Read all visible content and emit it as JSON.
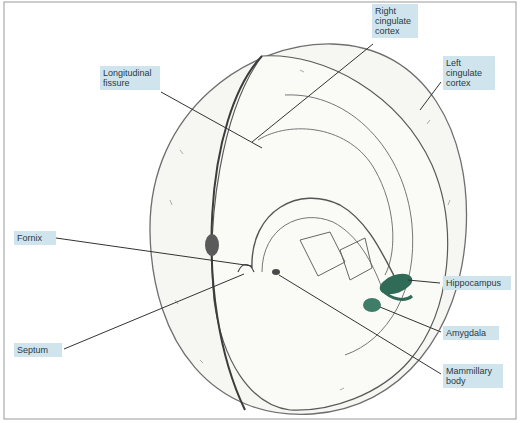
{
  "diagram": {
    "nodes": [
      {
        "text": [
          "Right cingulate cortex"
        ]
      },
      {
        "text": [
          "Left cingulate cortex"
        ]
      },
      {
        "text": [
          "Longitudinal fissure"
        ]
      },
      {
        "text": [
          "Fornix"
        ]
      },
      {
        "text": [
          "Septum"
        ]
      },
      {
        "text": [
          "Hippocampus"
        ]
      },
      {
        "text": [
          "Amygdala"
        ]
      },
      {
        "text": [
          "Mammillary body"
        ]
      }
    ]
  }
}
